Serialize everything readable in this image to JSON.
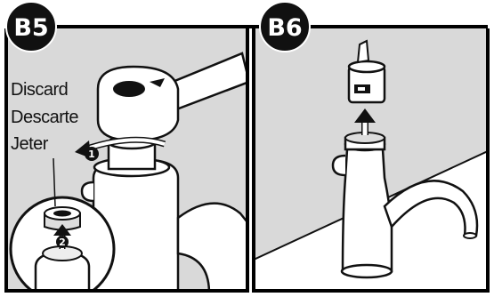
{
  "panels": [
    {
      "id": "B5",
      "step_label": "B5",
      "callout_lines": [
        "Discard",
        "Descarte",
        "Jeter"
      ],
      "arrow_numbers": [
        "1",
        "2"
      ]
    },
    {
      "id": "B6",
      "step_label": "B6"
    }
  ],
  "colors": {
    "frame": "#000000",
    "background_wall": "#d9d9d9",
    "counter": "#ffffff",
    "badge": "#111111",
    "badge_text": "#ffffff"
  }
}
